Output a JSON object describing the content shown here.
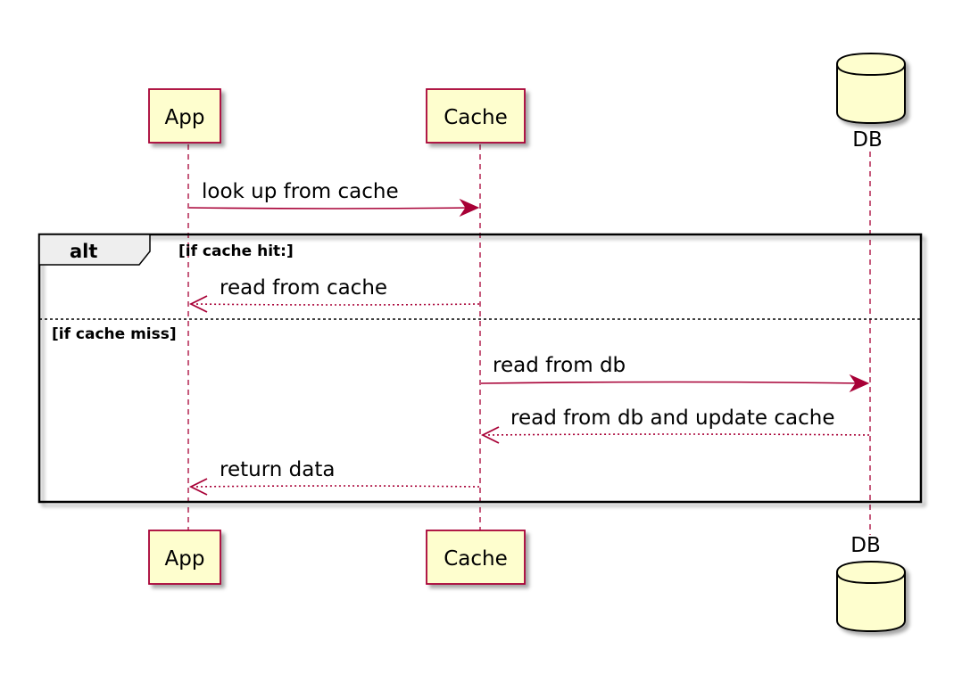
{
  "participants": {
    "app": "App",
    "cache": "Cache",
    "db": "DB"
  },
  "messages": {
    "lookup": "look up from cache",
    "read_cache": "read from cache",
    "read_db": "read from db",
    "read_db_update": "read from db and update cache",
    "return_data": "return data"
  },
  "fragment": {
    "operator": "alt",
    "guard_1": "[if cache hit:]",
    "guard_2": "[if cache miss]"
  },
  "colors": {
    "participant_fill": "#FEFECE",
    "participant_border": "#A80036",
    "arrow": "#A80036",
    "fragment_border": "#000000",
    "fragment_tab_fill": "#EEEEEE"
  }
}
